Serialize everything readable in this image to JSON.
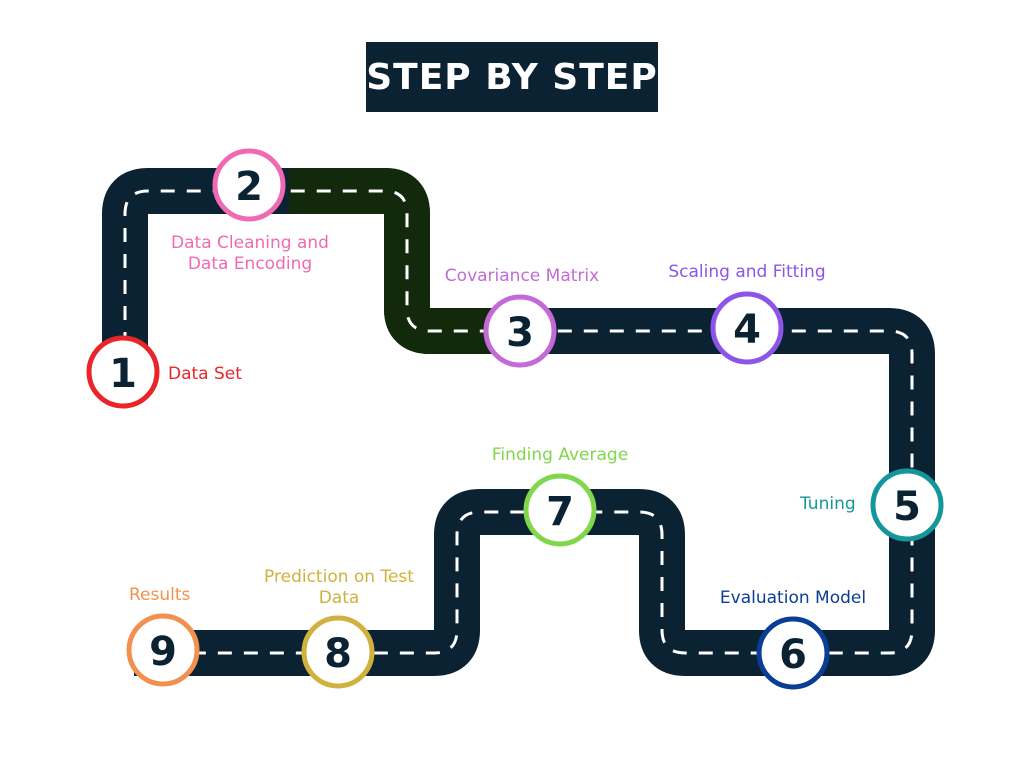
{
  "title": "STEP BY STEP",
  "colors": {
    "road": "#0b2233",
    "road_segment_2_3": "#13290c",
    "dash": "#ffffff",
    "step1": "#e8262a",
    "step2": "#f06ab3",
    "step3": "#c36ad6",
    "step4": "#8c55e8",
    "step5": "#14969a",
    "step6": "#0a3d96",
    "step7": "#82d64c",
    "step8": "#cfb23d",
    "step9": "#f2914f"
  },
  "steps": [
    {
      "number": "1",
      "label": "Data Set"
    },
    {
      "number": "2",
      "label_lines": [
        "Data Cleaning and",
        "Data Encoding"
      ]
    },
    {
      "number": "3",
      "label": "Covariance Matrix"
    },
    {
      "number": "4",
      "label": "Scaling and Fitting"
    },
    {
      "number": "5",
      "label": "Tuning"
    },
    {
      "number": "6",
      "label": "Evaluation Model"
    },
    {
      "number": "7",
      "label": "Finding Average"
    },
    {
      "number": "8",
      "label_lines": [
        "Prediction on Test",
        "Data"
      ]
    },
    {
      "number": "9",
      "label": "Results"
    }
  ]
}
